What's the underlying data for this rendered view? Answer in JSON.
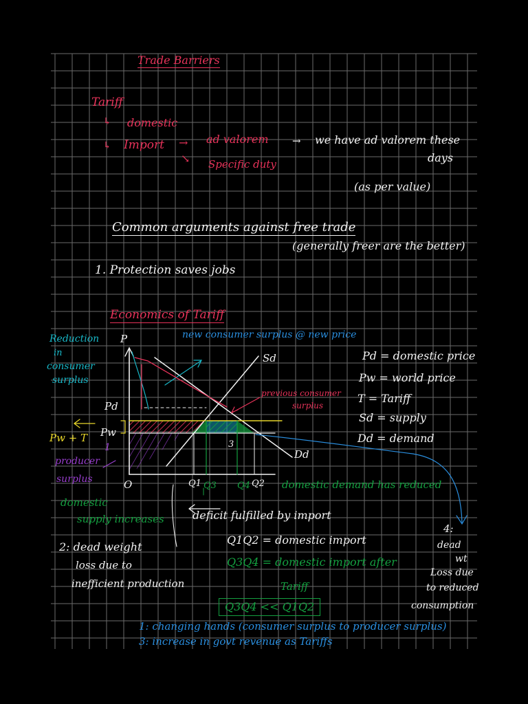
{
  "colors": {
    "background": "#000000",
    "grid": "#6b6b6b",
    "red": "#e8335a",
    "white": "#f2f2f2",
    "blue": "#2a8fe0",
    "cyan": "#18b8c8",
    "green": "#14a040",
    "purple": "#9a3fd0",
    "yellow": "#e8d62a"
  },
  "notes": {
    "title": "Trade Barriers",
    "tariff": "Tariff",
    "domestic": "domestic",
    "import": "Import",
    "ad_valorem": "ad valorem",
    "specific_duty": "Specific duty",
    "ad_valorem_note_1": "we have ad valorem these",
    "ad_valorem_note_2": "days",
    "as_per_value": "(as per value)",
    "common_args_heading": "Common arguments against free trade",
    "common_args_sub": "(generally freer are the better)",
    "point_1": "1.  Protection saves jobs",
    "economics_heading": "Economics of Tariff"
  },
  "graph": {
    "new_consumer_surplus": "new consumer surplus @ new price",
    "reduction_label_1": "Reduction",
    "reduction_label_2": "in",
    "reduction_label_3": "consumer",
    "reduction_label_4": "surplus",
    "p_axis": "P",
    "sd": "Sd",
    "dd": "Dd",
    "pd": "Pd",
    "pw": "Pw",
    "pw_plus_t": "Pw + T",
    "one": "1",
    "three": "3",
    "previous_consumer_surplus_1": "previous consumer",
    "previous_consumer_surplus_2": "surplus",
    "producer_surplus_1": "producer",
    "producer_surplus_2": "surplus",
    "origin": "O",
    "q1": "Q1",
    "q3": "Q3",
    "q4": "Q4",
    "q2": "Q2"
  },
  "legend": {
    "pd": "Pd = domestic price",
    "pw": "Pw = world price",
    "t": "T = Tariff",
    "sd": "Sd = supply",
    "dd": "Dd = demand"
  },
  "bottom": {
    "domestic_demand_reduced": "domestic demand has reduced",
    "domestic_supply_1": "domestic",
    "domestic_supply_2": "supply increases",
    "deficit": "deficit fulfilled by import",
    "q1q2": "Q1Q2 = domestic import",
    "q3q4": "Q3Q4 = domestic import after",
    "tariff": "Tariff",
    "deadweight_1": "2: dead weight",
    "deadweight_2": "loss due to",
    "deadweight_3": "inefficient production",
    "four_1": "4:",
    "four_2": "dead",
    "four_3": "wt",
    "four_4": "Loss due",
    "four_5": "to reduced",
    "four_6": "consumption",
    "boxed": "Q3Q4 << Q1Q2",
    "line_1": "1: changing hands (consumer surplus to producer surplus)",
    "line_3": "3: increase in govt revenue as Tariffs"
  }
}
